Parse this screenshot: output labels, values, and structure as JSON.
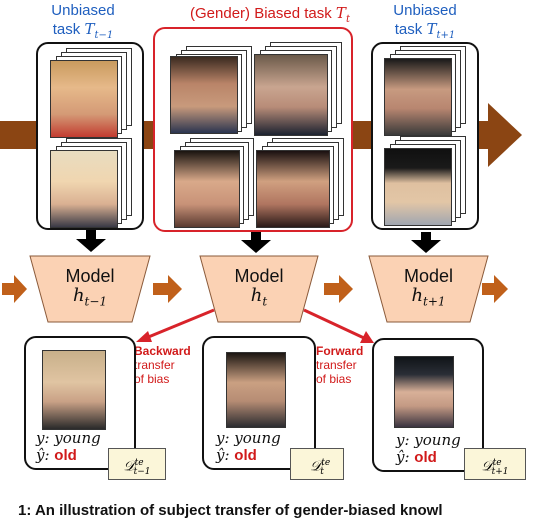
{
  "tasks": [
    {
      "title_line1": "Unbiased",
      "title_line2": "task ",
      "symbol": "T",
      "subscript": "t−1",
      "biased": false
    },
    {
      "title_line1": "(Gender) Biased task ",
      "symbol": "T",
      "subscript": "t",
      "biased": true
    },
    {
      "title_line1": "Unbiased",
      "title_line2": "task ",
      "symbol": "T",
      "subscript": "t+1",
      "biased": false
    }
  ],
  "models": [
    {
      "name": "Model",
      "symbol": "h",
      "subscript": "t−1"
    },
    {
      "name": "Model",
      "symbol": "h",
      "subscript": "t"
    },
    {
      "name": "Model",
      "symbol": "h",
      "subscript": "t+1"
    }
  ],
  "tests": [
    {
      "y_label": "y: young",
      "yhat_prefix": "ŷ: ",
      "yhat_value": "old",
      "dataset": "𝒟",
      "dataset_sup": "te",
      "dataset_sub": "t−1"
    },
    {
      "y_label": "y: young",
      "yhat_prefix": "ŷ: ",
      "yhat_value": "old",
      "dataset": "𝒟",
      "dataset_sup": "te",
      "dataset_sub": "t"
    },
    {
      "y_label": "y: young",
      "yhat_prefix": "ŷ: ",
      "yhat_value": "old",
      "dataset": "𝒟",
      "dataset_sup": "te",
      "dataset_sub": "t+1"
    }
  ],
  "transfer_labels": {
    "backward_bold": "Backward",
    "backward_rest1": "transfer",
    "backward_rest2": "of bias",
    "forward_bold": "Forward",
    "forward_rest1": "transfer",
    "forward_rest2": "of bias"
  },
  "caption": "1: An illustration of subject transfer of gender-biased knowl",
  "colors": {
    "timeline": "#8b4513",
    "arrow_fill": "#c0601a",
    "model_fill": "#fbd2b4",
    "model_stroke": "#8a5a3a",
    "red": "#d8232a",
    "blue": "#1f5fbf"
  },
  "icons": {
    "photo": "face-photo",
    "down_arrow": "down-arrow-icon",
    "right_arrow": "right-arrow-icon"
  }
}
